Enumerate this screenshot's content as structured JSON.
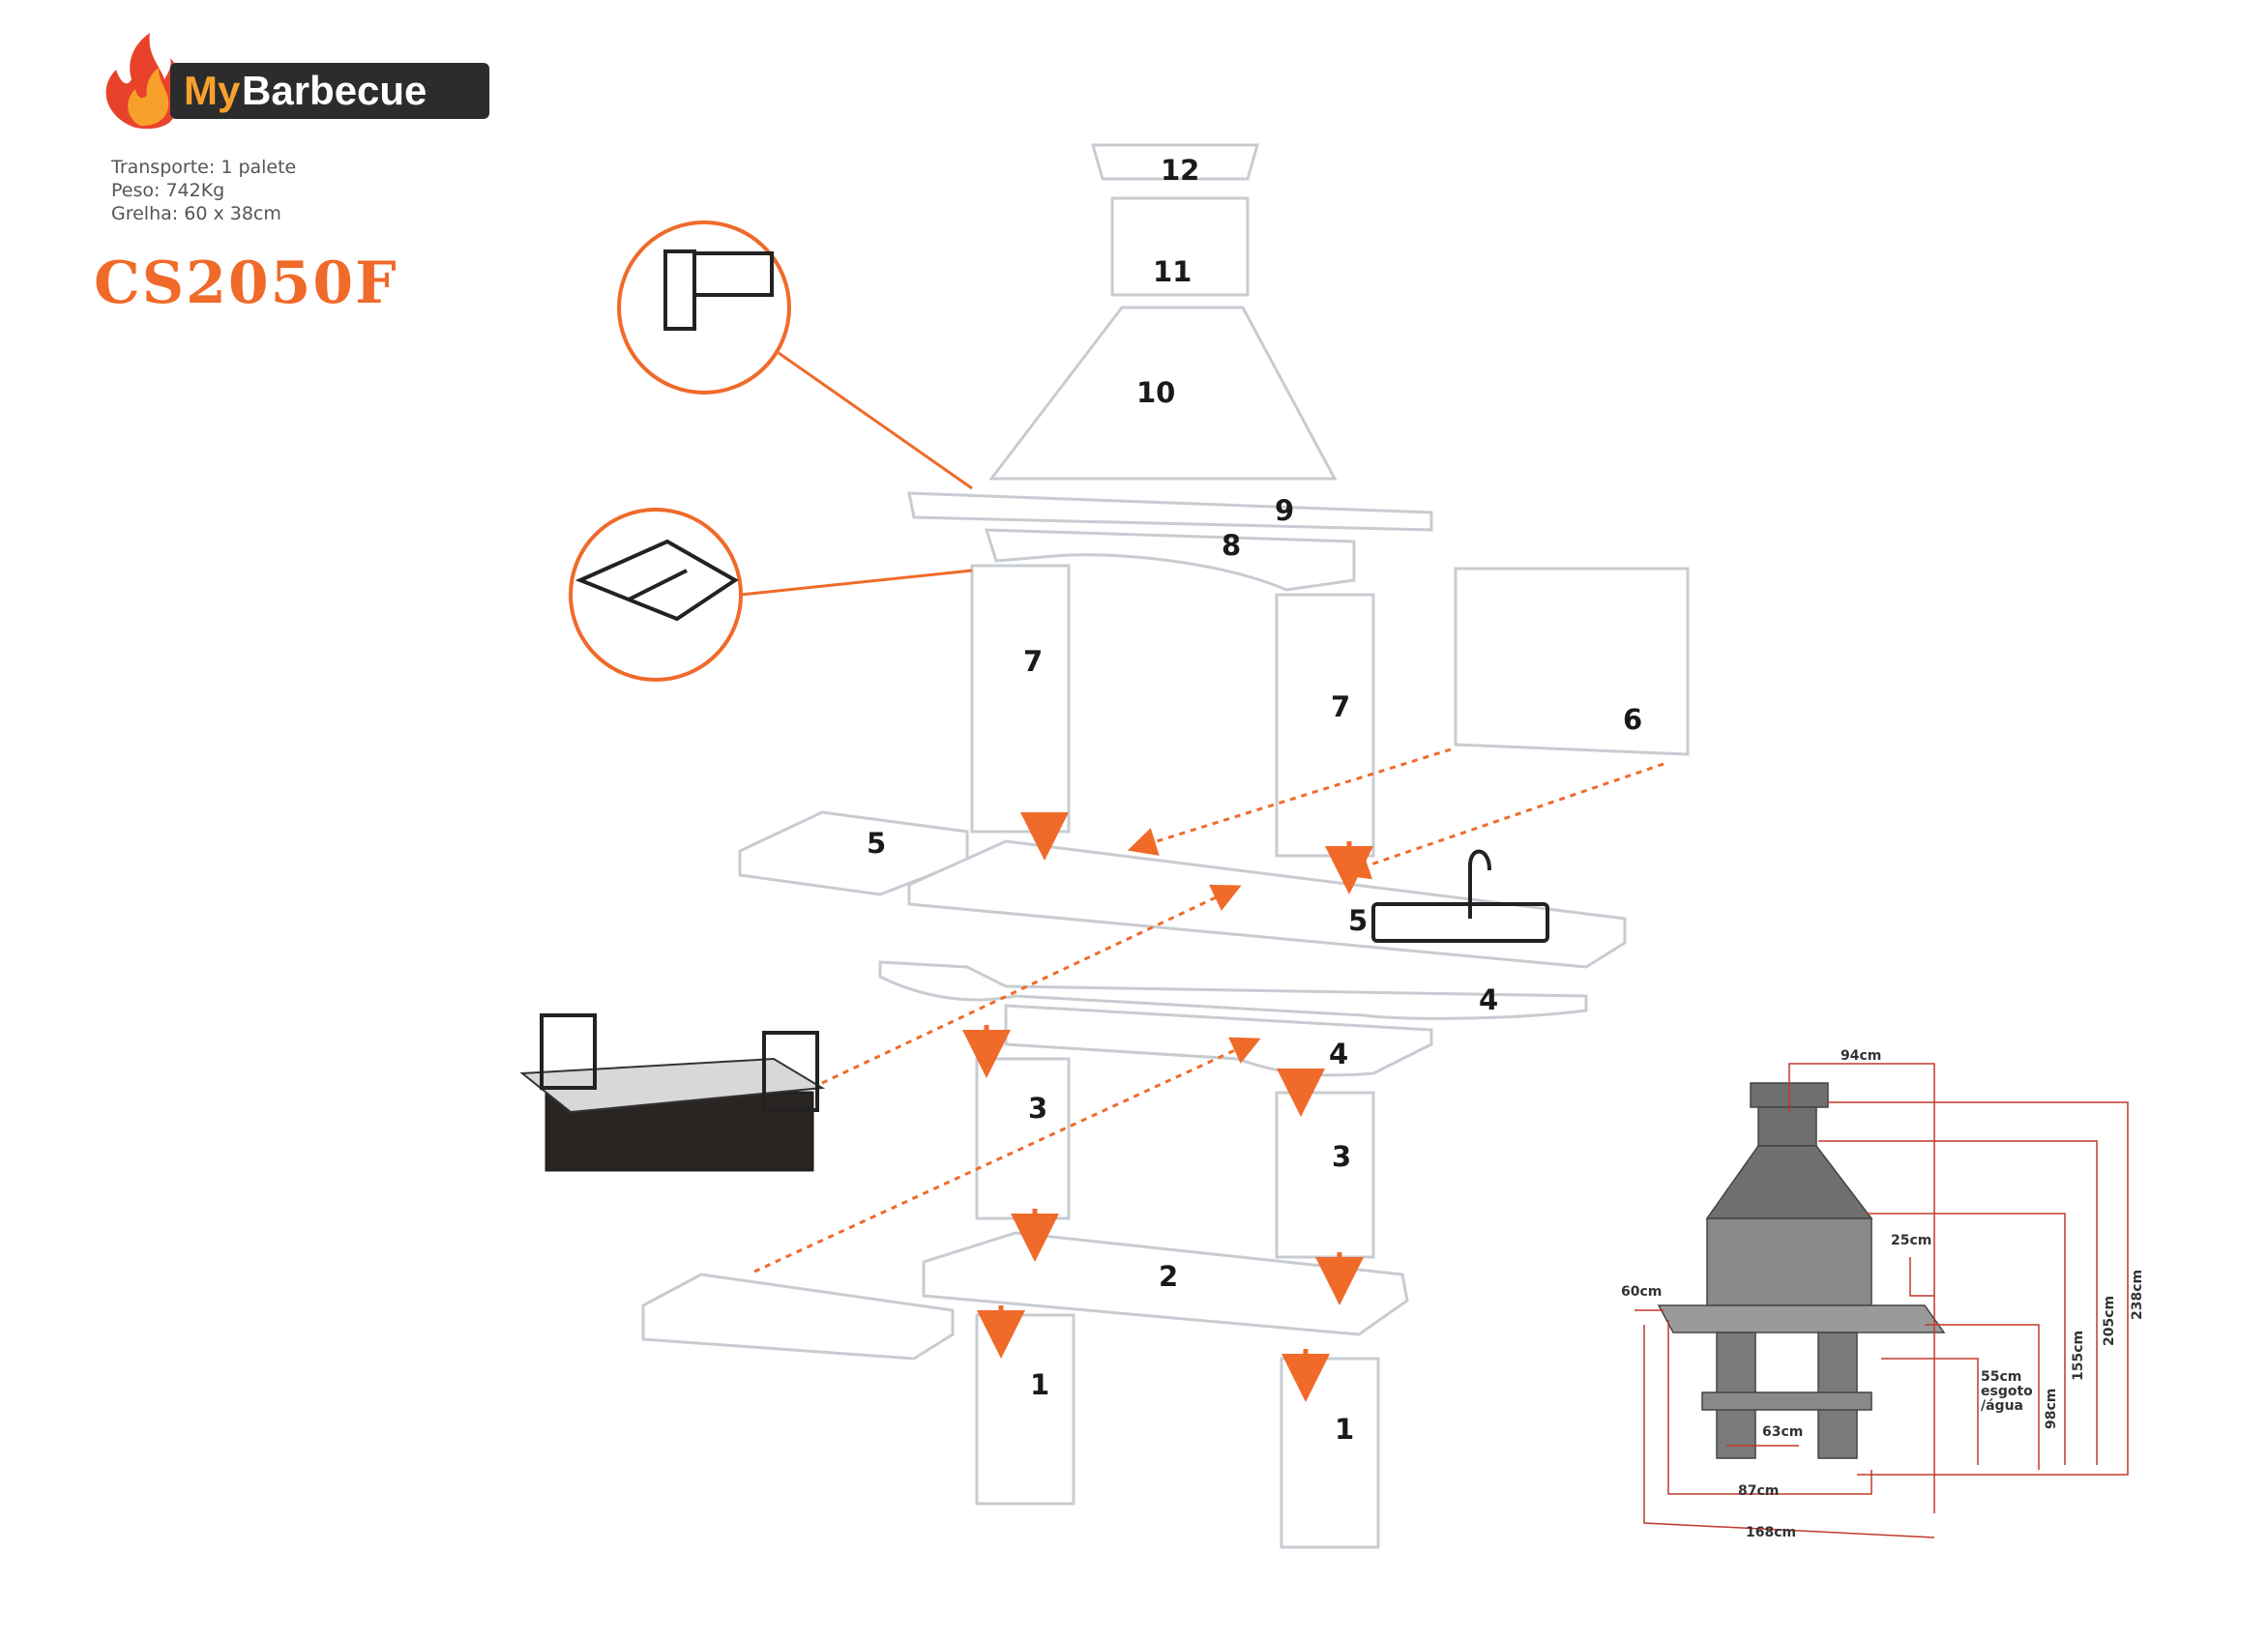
{
  "brand": {
    "name_part1": "My",
    "name_part2": "Barbecue",
    "accent_color": "#f06a2a"
  },
  "specs": [
    {
      "label": "Transporte",
      "value": "1 palete"
    },
    {
      "label": "Peso",
      "value": "742Kg"
    },
    {
      "label": "Grelha",
      "value": "60 x 38cm"
    }
  ],
  "model": "CS2050F",
  "parts": [
    "12",
    "11",
    "10",
    "9",
    "8",
    "7",
    "7",
    "6",
    "5",
    "5",
    "4",
    "4",
    "3",
    "3",
    "2",
    "1",
    "1"
  ],
  "dimensions": {
    "width_top": "94cm",
    "chimney_offset": "25cm",
    "side_depth": "60cm",
    "drain_height": "55cm",
    "drain_label_1": "esgoto",
    "drain_label_2": "/água",
    "height_counter": "98cm",
    "height_hood_base": "155cm",
    "height_hood_top": "205cm",
    "height_total": "238cm",
    "inner_width": "63cm",
    "base_width": "87cm",
    "total_width": "168cm"
  }
}
